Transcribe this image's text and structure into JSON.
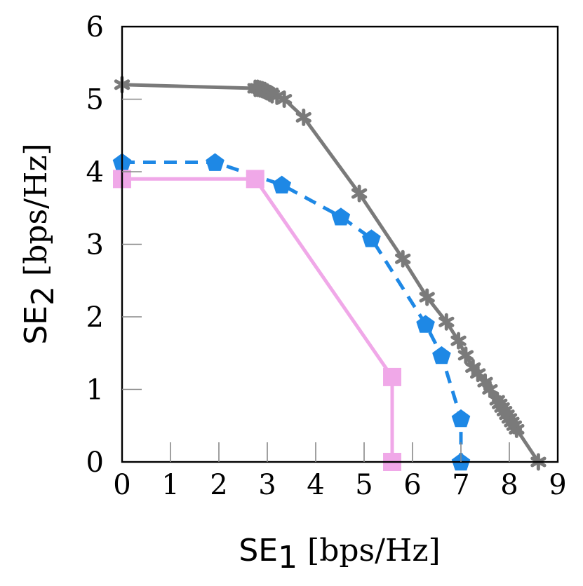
{
  "chart_data": {
    "type": "line",
    "xlabel": {
      "main": "SE",
      "sub": "1",
      "unit": " [bps/Hz]"
    },
    "ylabel": {
      "main": "SE",
      "sub": "2",
      "unit": " [bps/Hz]"
    },
    "xlim": [
      0,
      9
    ],
    "ylim": [
      0,
      6
    ],
    "xticks": [
      "0",
      "1",
      "2",
      "3",
      "4",
      "5",
      "6",
      "7",
      "8",
      "9"
    ],
    "yticks": [
      "0",
      "1",
      "2",
      "3",
      "4",
      "5",
      "6"
    ],
    "grid": false,
    "series": [
      {
        "style": "solid",
        "marker": "star",
        "color": "#7a7a7a",
        "x": [
          0,
          2.75,
          2.8,
          2.85,
          2.9,
          2.95,
          3.0,
          3.05,
          3.1,
          3.2,
          3.35,
          3.75,
          4.9,
          5.8,
          6.3,
          6.7,
          6.95,
          7.1,
          7.25,
          7.35,
          7.5,
          7.6,
          7.75,
          7.8,
          7.85,
          7.9,
          7.95,
          8.0,
          8.05,
          8.1,
          8.15,
          8.6
        ],
        "y": [
          5.2,
          5.15,
          5.15,
          5.14,
          5.13,
          5.12,
          5.1,
          5.08,
          5.06,
          5.04,
          5.0,
          4.75,
          3.7,
          2.8,
          2.27,
          1.93,
          1.67,
          1.47,
          1.3,
          1.22,
          1.1,
          1.0,
          0.85,
          0.8,
          0.75,
          0.7,
          0.65,
          0.6,
          0.55,
          0.5,
          0.45,
          0.0
        ]
      },
      {
        "style": "dashed",
        "marker": "pentagon",
        "color": "#1e88e5",
        "x": [
          0,
          1.92,
          3.3,
          4.52,
          5.15,
          6.27,
          6.6,
          7.0,
          7.0
        ],
        "y": [
          4.13,
          4.13,
          3.82,
          3.38,
          3.08,
          1.9,
          1.47,
          0.6,
          0.0
        ]
      },
      {
        "style": "solid",
        "marker": "square",
        "color": "#f0a8e8",
        "x": [
          0,
          2.75,
          5.58,
          5.58
        ],
        "y": [
          3.9,
          3.9,
          1.17,
          0.0
        ]
      }
    ]
  }
}
